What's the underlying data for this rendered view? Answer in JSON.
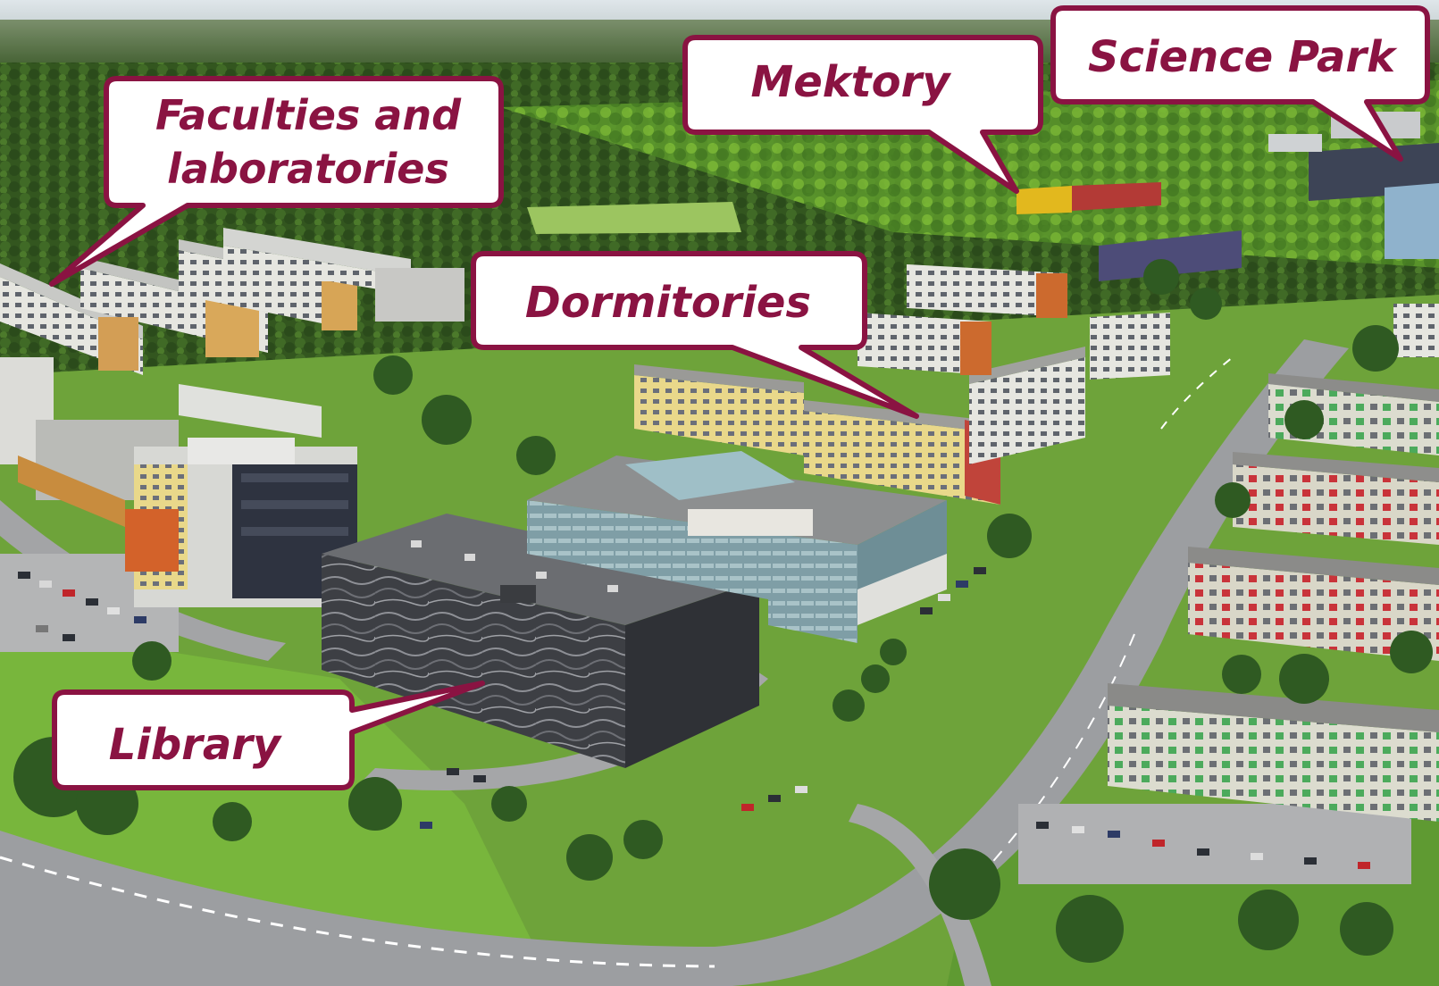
{
  "labels": {
    "faculties_line1": "Faculties and",
    "faculties_line2": "laboratories",
    "mektory": "Mektory",
    "science_park": "Science Park",
    "dormitories": "Dormitories",
    "library": "Library"
  },
  "colors": {
    "callout_border": "#8a1342",
    "callout_text": "#8a1342",
    "callout_fill": "#ffffff",
    "forest": "#3f6b2a",
    "lawn": "#6fb23b",
    "road": "#8c8d90"
  }
}
